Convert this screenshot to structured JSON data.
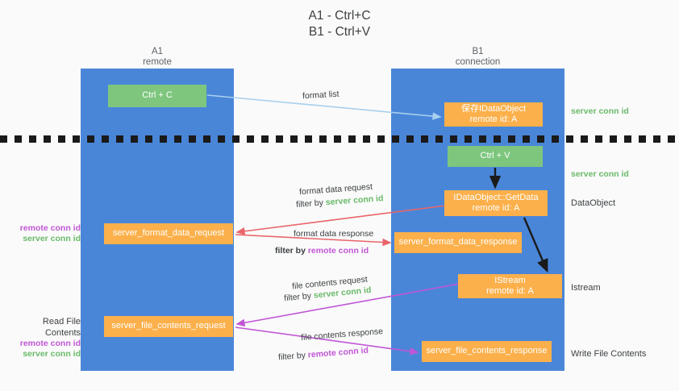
{
  "title": "A1 - Ctrl+C\nB1 - Ctrl+V",
  "colors": {
    "background": "#fafafa",
    "lane": "#4a86d8",
    "box_green": "#7ec67e",
    "box_orange": "#fbb04b",
    "remote_conn_id": "#c156d6",
    "server_conn_id": "#6aba6a",
    "arrow_format_list": "#a7d0ef",
    "arrow_format_data": "#e8656a",
    "arrow_file_contents": "#c156d6",
    "arrow_internal": "#1a1a1a",
    "dashed_line": "#1a1a1a"
  },
  "columns": [
    {
      "id": "a1",
      "title": "A1",
      "subtitle": "remote",
      "header": "A1\nremote"
    },
    {
      "id": "b1",
      "title": "B1",
      "subtitle": "connection",
      "header": "B1\nconnection"
    }
  ],
  "boxes": {
    "ctrl_c": {
      "label": "Ctrl + C",
      "color": "green",
      "column": "a1"
    },
    "save_idataobject": {
      "label": "保存IDataObject\nremote id: A",
      "color": "orange",
      "column": "b1"
    },
    "ctrl_v": {
      "label": "Ctrl + V",
      "color": "green",
      "column": "b1"
    },
    "get_data": {
      "label": "IDataObject::GetData\nremote id: A",
      "color": "orange",
      "column": "b1"
    },
    "format_data_request": {
      "label": "server_format_data_request",
      "color": "orange",
      "column": "a1"
    },
    "format_data_response": {
      "label": "server_format_data_response",
      "color": "orange",
      "column": "b1"
    },
    "istream": {
      "label": "IStream\nremote id: A",
      "color": "orange",
      "column": "b1"
    },
    "file_contents_request": {
      "label": "server_file_contents_request",
      "color": "orange",
      "column": "a1"
    },
    "file_contents_response": {
      "label": "server_file_contents_response",
      "color": "orange",
      "column": "b1"
    }
  },
  "flows": [
    {
      "id": "format-list",
      "name": "format list",
      "filter_prefix": "",
      "filter_target": "",
      "direction": "a1-to-b1"
    },
    {
      "id": "format-data-request",
      "name": "format data request",
      "filter_prefix": "filter by ",
      "filter_target": "server conn id",
      "filter_target_color": "server",
      "direction": "b1-to-a1"
    },
    {
      "id": "format-data-response",
      "name": "format data response",
      "filter_prefix": "filter by ",
      "filter_target": "remote conn id",
      "filter_target_color": "remote",
      "direction": "a1-to-b1"
    },
    {
      "id": "file-contents-request",
      "name": "file contents request",
      "filter_prefix": "filter by ",
      "filter_target": "server conn id",
      "filter_target_color": "server",
      "direction": "b1-to-a1"
    },
    {
      "id": "file-contents-response",
      "name": "file contents response",
      "filter_prefix": "filter by ",
      "filter_target": "remote conn id",
      "filter_target_color": "remote",
      "direction": "a1-to-b1"
    }
  ],
  "side_notes": {
    "left_middle": {
      "remote": "remote conn id",
      "server": "server conn id"
    },
    "left_bottom": {
      "heading": "Read File Contents",
      "remote": "remote conn id",
      "server": "server conn id"
    },
    "right": [
      {
        "id": "server-conn-id-top",
        "text": "server conn id",
        "style": "server"
      },
      {
        "id": "server-conn-id-mid",
        "text": "server conn id",
        "style": "server"
      },
      {
        "id": "dataobject",
        "text": "DataObject",
        "style": "plain"
      },
      {
        "id": "istream",
        "text": "Istream",
        "style": "plain"
      },
      {
        "id": "write-file-contents",
        "text": "Write File Contents",
        "style": "plain"
      }
    ]
  }
}
